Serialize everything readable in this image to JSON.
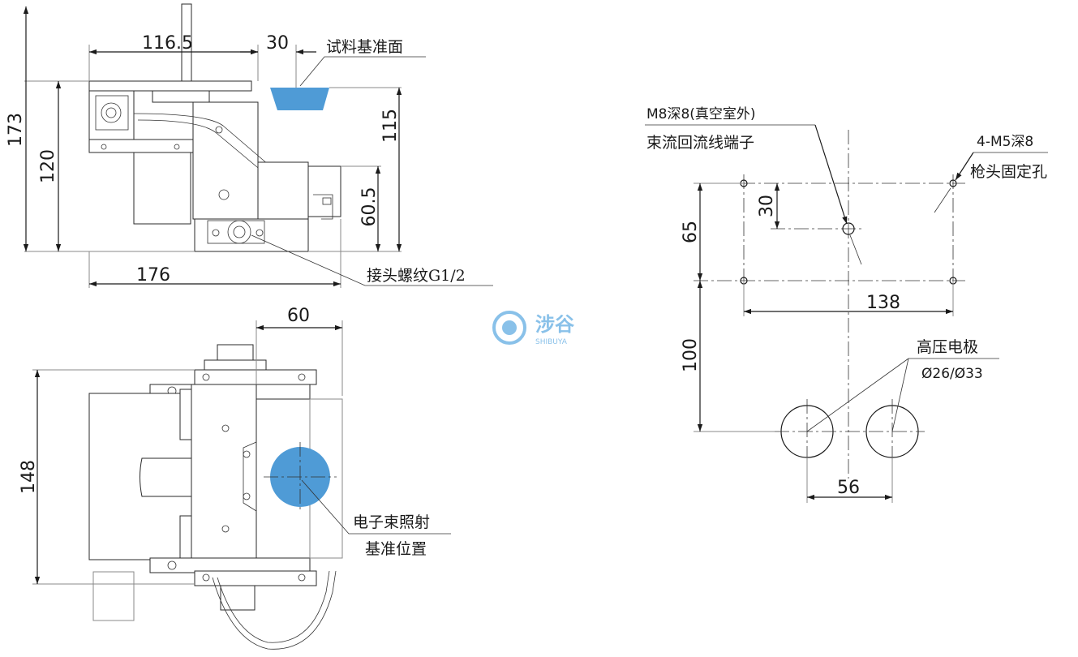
{
  "logo": {
    "name": "涉谷",
    "sub": "SHIBUYA",
    "color": "#2a8fd8"
  },
  "colors": {
    "reference": "#4f9bd6",
    "line": "#1a1a1a"
  },
  "side_view": {
    "dims": {
      "width_top": "116.5",
      "offset": "30",
      "height_total": "173",
      "height_mid": "120",
      "height_right": "115",
      "height_low": "60.5",
      "width_bottom": "176"
    },
    "labels": {
      "sample_reference": "试料基准面",
      "thread": "接头螺纹G1/2"
    }
  },
  "top_view": {
    "dims": {
      "offset": "60",
      "height": "148"
    },
    "labels": {
      "beam_line1": "电子束照射",
      "beam_line2": "基准位置"
    }
  },
  "hole_pattern": {
    "labels": {
      "m8_line1": "M8深8(真空室外)",
      "m8_line2": "束流回流线端子",
      "m5_line1": "4-M5深8",
      "m5_line2": "枪头固定孔",
      "electrode_line1": "高压电极",
      "electrode_line2": "Ø26/Ø33"
    },
    "dims": {
      "v65": "65",
      "v30": "30",
      "h138": "138",
      "v100": "100",
      "h56": "56"
    }
  }
}
